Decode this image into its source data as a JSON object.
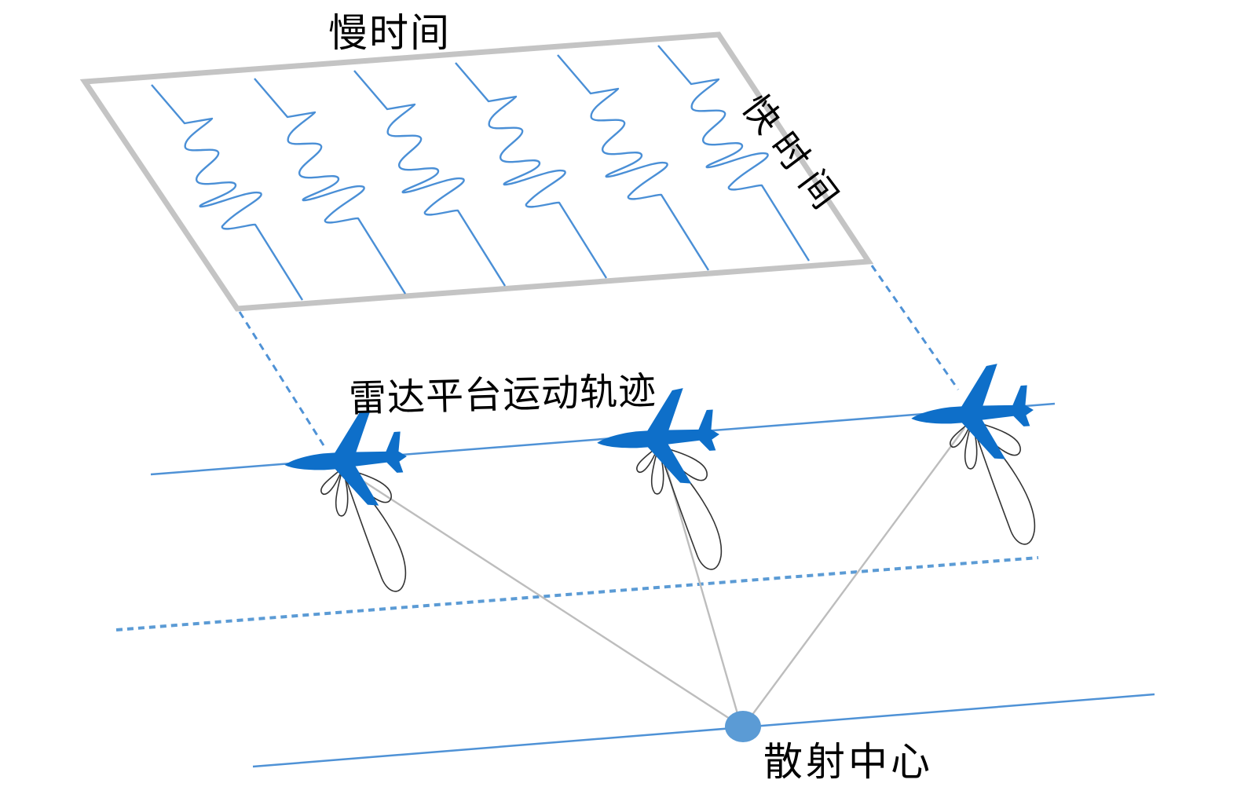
{
  "diagram": {
    "title": "SAR slow-time / fast-time imaging geometry",
    "labels": {
      "slow_time": "慢时间",
      "fast_time": "快时间",
      "platform_track": "雷达平台运动轨迹",
      "scatter_center": "散射中心"
    },
    "pulse_count": 6,
    "aircraft_count": 3,
    "icons": {
      "aircraft": "airplane-icon",
      "antenna_beam": "antenna-beam-pattern",
      "scatterer": "filled-circle"
    },
    "colors": {
      "pulse_blue": "#4a8fd6",
      "aircraft_blue": "#0e6fc9",
      "track_blue": "#4f92d6",
      "frame_gray": "#c4c4c4",
      "range_line_gray": "#bdbdbd",
      "scatter_dot": "#5b9bd5",
      "beam_outline": "#333333",
      "text": "#000000"
    }
  }
}
